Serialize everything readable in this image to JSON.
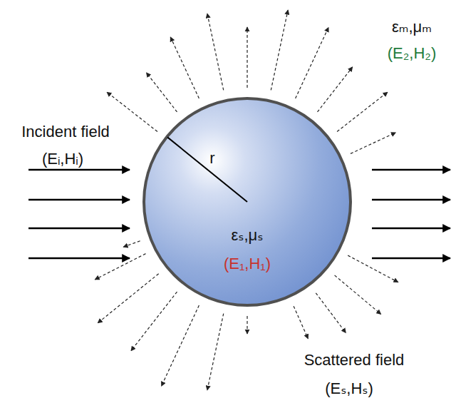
{
  "diagram": {
    "nodes": [
      {
        "text": [
          "r",
          "εₛ,μₛ",
          "(E₁,H₁)"
        ]
      }
    ],
    "labels": [
      "Incident field",
      "(Eᵢ,Hᵢ)",
      "εₘ,μₘ",
      "(E₂,H₂)",
      "Scattered field",
      "(Eₛ,Hₛ)"
    ]
  }
}
